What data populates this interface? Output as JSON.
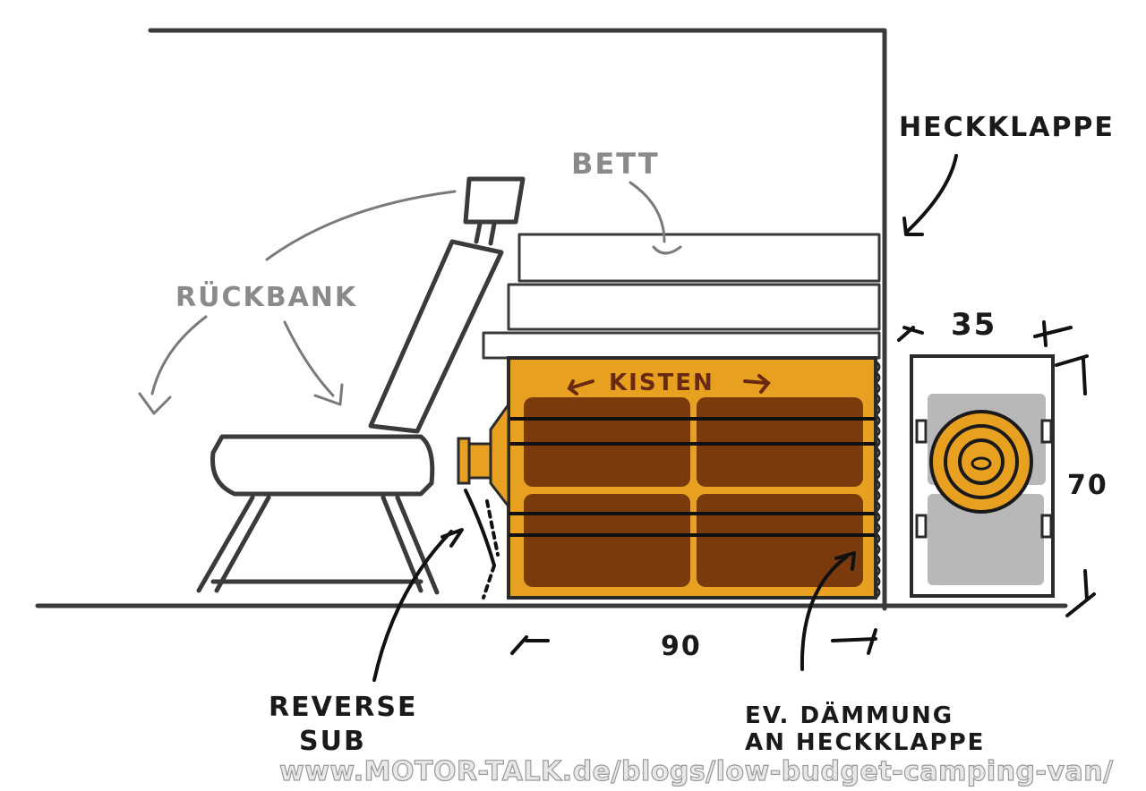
{
  "labels": {
    "heckklappe": "HECKKLAPPE",
    "bett": "BETT",
    "ruckbank": "RÜCKBANK",
    "kisten": "KISTEN",
    "dim_width_box": "90",
    "dim_width_sub": "35",
    "dim_height_sub": "70",
    "reverse_sub_line1": "REVERSE",
    "reverse_sub_line2": "SUB",
    "daemmung_line1": "EV. DÄMMUNG",
    "daemmung_line2": "AN HECKKLAPPE"
  },
  "watermark": "www.MOTOR-TALK.de/blogs/low-budget-camping-van/",
  "colors": {
    "box_orange": "#e8a020",
    "kiste_brown": "#7a3a0c",
    "sub_gray": "#b8b8b8",
    "ink": "#3a3a3a"
  }
}
